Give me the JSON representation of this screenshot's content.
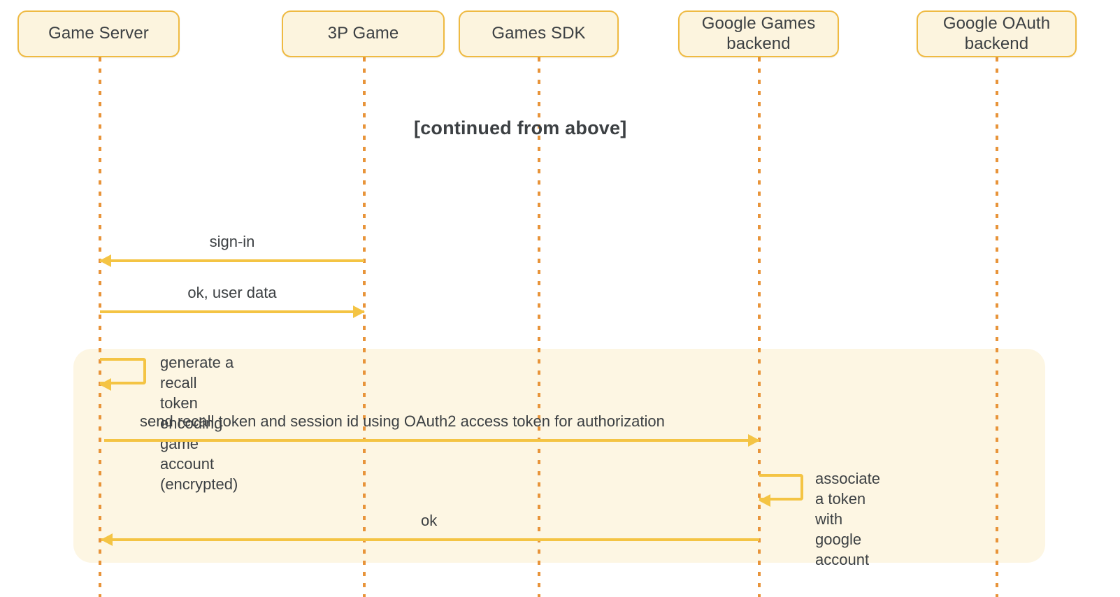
{
  "diagram": {
    "type": "sequence-diagram",
    "title_note": "[continued from above]",
    "colors": {
      "box_fill": "#FCF4DE",
      "box_border": "#EFBA42",
      "band_fill": "#FDF6E3",
      "arrow": "#F4C444",
      "lifeline": "#E8943A",
      "text": "#3C4043",
      "background": "#FFFFFF"
    },
    "participants": [
      {
        "id": "game-server",
        "label": "Game Server"
      },
      {
        "id": "third-party-game",
        "label": "3P Game"
      },
      {
        "id": "games-sdk",
        "label": "Games SDK"
      },
      {
        "id": "google-games-backend",
        "label": "Google Games\nbackend"
      },
      {
        "id": "google-oauth-backend",
        "label": "Google OAuth\nbackend"
      }
    ],
    "messages": [
      {
        "id": "sign-in",
        "label": "sign-in",
        "from": "third-party-game",
        "to": "game-server",
        "direction": "left"
      },
      {
        "id": "ok-user-data",
        "label": "ok, user data",
        "from": "game-server",
        "to": "third-party-game",
        "direction": "right"
      },
      {
        "id": "generate-recall-token",
        "label": "generate a recall token encoding\ngame account (encrypted)",
        "from": "game-server",
        "to": "game-server",
        "direction": "self"
      },
      {
        "id": "send-recall-token",
        "label": "send recall token and session id using OAuth2 access token for authorization",
        "from": "game-server",
        "to": "google-games-backend",
        "direction": "right"
      },
      {
        "id": "associate-token",
        "label": "associate a token\nwith google account",
        "from": "google-games-backend",
        "to": "google-games-backend",
        "direction": "self"
      },
      {
        "id": "ok-response",
        "label": "ok",
        "from": "google-games-backend",
        "to": "game-server",
        "direction": "left"
      }
    ]
  }
}
